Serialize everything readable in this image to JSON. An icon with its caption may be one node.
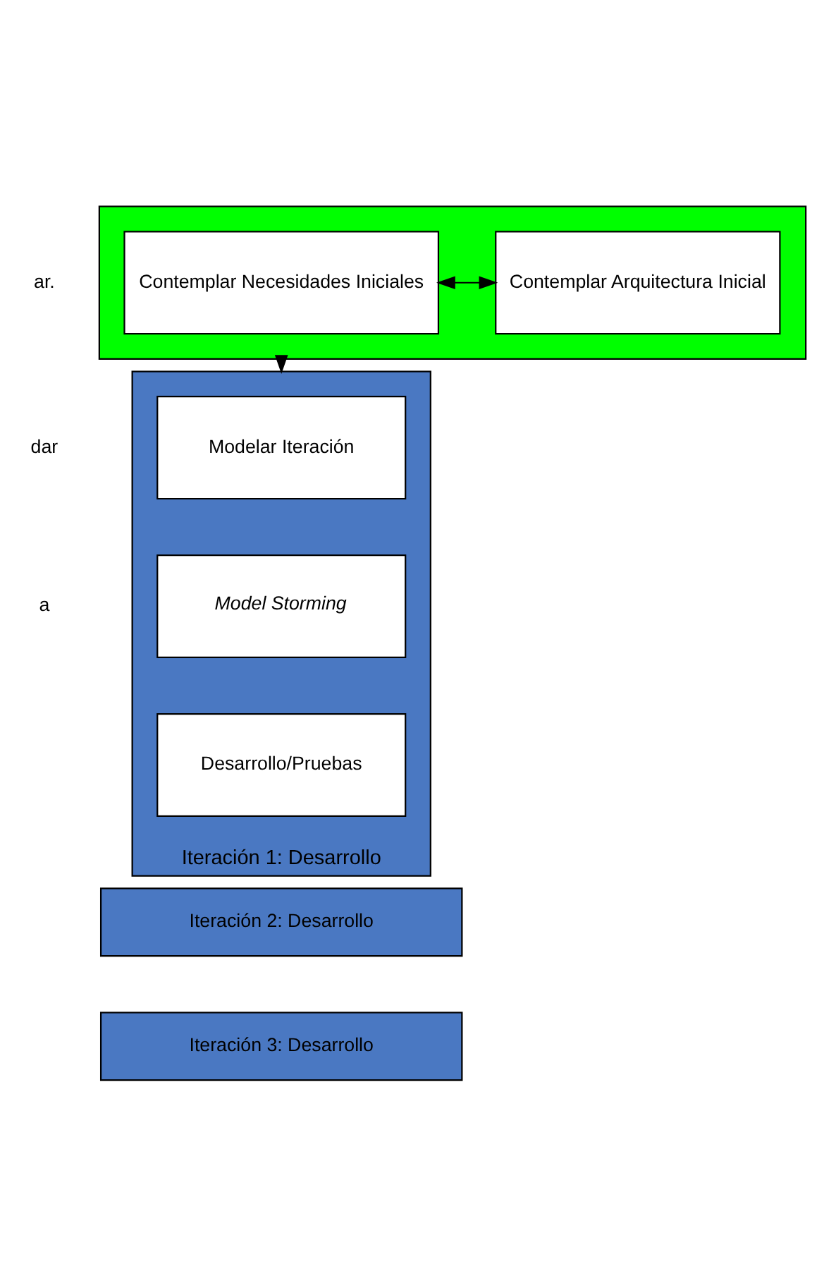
{
  "diagram": {
    "nodes": [
      {
        "text": [],
        "shape": "box"
      },
      {
        "text": [
          "Contemplar Necesidades Iniciales"
        ],
        "in": 0
      },
      {
        "text": [
          "Contemplar Arquitectura Inicial"
        ],
        "in": 0
      },
      {
        "text": [
          "Iteración 1: Desarrollo"
        ]
      },
      {
        "text": [
          "Modelar Iteración"
        ],
        "in": 3
      },
      {
        "text": [
          "Model Storming"
        ],
        "in": 3
      },
      {
        "text": [
          "Desarrollo/Pruebas"
        ],
        "in": 3
      },
      {
        "text": [
          "Iteración 2: Desarrollo"
        ]
      },
      {
        "text": [
          "Iteración 3: Desarrollo"
        ]
      }
    ],
    "edges": [
      {
        "from": 1,
        "to": 2,
        "arrow": "both"
      },
      {
        "from": 0,
        "to": 3,
        "arrow": "to"
      }
    ],
    "labels": [
      "ar.",
      "dar",
      "a"
    ]
  }
}
